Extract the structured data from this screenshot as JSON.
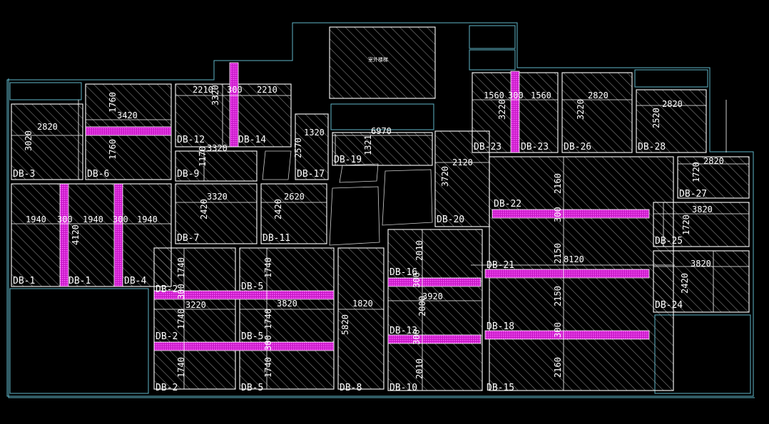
{
  "drawing": {
    "colors": {
      "background": "#000000",
      "hatch": "#bdbdbd",
      "slab_border": "#ffffff",
      "wall_outline": "#5fb6c9",
      "beam_strip": "#e020e0",
      "dimension_line": "#ffffff"
    },
    "stair_note": "室外楼梯",
    "slab_labels": [
      "DB-1",
      "DB-1",
      "DB-4",
      "DB-3",
      "DB-6",
      "DB-12",
      "DB-14",
      "DB-9",
      "DB-17",
      "DB-19",
      "DB-7",
      "DB-11",
      "DB-20",
      "DB-23",
      "DB-23",
      "DB-26",
      "DB-28",
      "DB-22",
      "DB-27",
      "DB-25",
      "DB-21",
      "DB-24",
      "DB-2",
      "DB-2",
      "DB-2",
      "DB-5",
      "DB-5",
      "DB-5",
      "DB-8",
      "DB-16",
      "DB-13",
      "DB-10",
      "DB-18",
      "DB-15"
    ],
    "dimensions": [
      "2820",
      "3020",
      "1760",
      "3420",
      "1760",
      "2210",
      "300",
      "2210",
      "3320",
      "3320",
      "1170",
      "1320",
      "2570",
      "6970",
      "1321",
      "1940",
      "300",
      "1940",
      "300",
      "1940",
      "4120",
      "3320",
      "2420",
      "2620",
      "2420",
      "3720",
      "2120",
      "1560",
      "300",
      "1560",
      "3220",
      "2820",
      "3220",
      "2820",
      "2520",
      "2160",
      "2820",
      "1720",
      "3820",
      "1720",
      "300",
      "2150",
      "8120",
      "3820",
      "2420",
      "1740",
      "300",
      "1740",
      "3220",
      "3820",
      "1740",
      "300",
      "1740",
      "1740",
      "1740",
      "1820",
      "5820",
      "2010",
      "300",
      "3920",
      "2000",
      "300",
      "2010",
      "2150",
      "300",
      "2160"
    ]
  }
}
